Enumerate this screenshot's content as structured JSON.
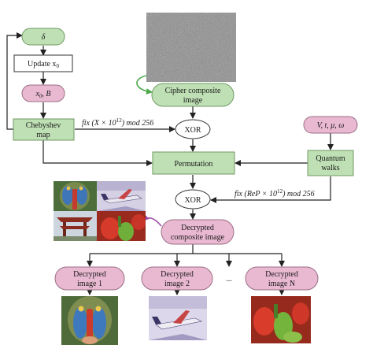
{
  "nodes": {
    "delta": "δ",
    "update_x0": "Update x",
    "update_x0_sub": "0",
    "x0_b": "x",
    "x0_b_sub": "0",
    "x0_b_tail": ", B",
    "chebyshev_line1": "Chebyshev",
    "chebyshev_line2": "map",
    "cipher_line1": "Cipher composite",
    "cipher_line2": "image",
    "xor_top": "XOR",
    "permutation": "Permutation",
    "params": "V, t, μ, ω",
    "quantum_line1": "Quantum",
    "quantum_line2": "walks",
    "xor_bottom": "XOR",
    "decrypted_composite_line1": "Decrypted",
    "decrypted_composite_line2": "composite image",
    "decrypted_1_line1": "Decrypted",
    "decrypted_1_line2": "image 1",
    "decrypted_2_line1": "Decrypted",
    "decrypted_2_line2": "image 2",
    "decrypted_n_line1": "Decrypted",
    "decrypted_n_line2": "image N",
    "ellipsis": "..."
  },
  "edge_labels": {
    "fix_x_prefix": "fix (X × 10",
    "fix_x_exp": "12",
    "fix_x_suffix": ") mod 256",
    "fix_rep_prefix": "fix (ReP × 10",
    "fix_rep_exp": "12",
    "fix_rep_suffix": ") mod 256"
  },
  "colors": {
    "green_fill": "#bfe0b4",
    "green_stroke": "#6f9a63",
    "pink_fill": "#e9b9d1",
    "pink_stroke": "#9a6d84",
    "arrow_green": "#4aa84a",
    "arrow_purple": "#9d4fa8"
  }
}
